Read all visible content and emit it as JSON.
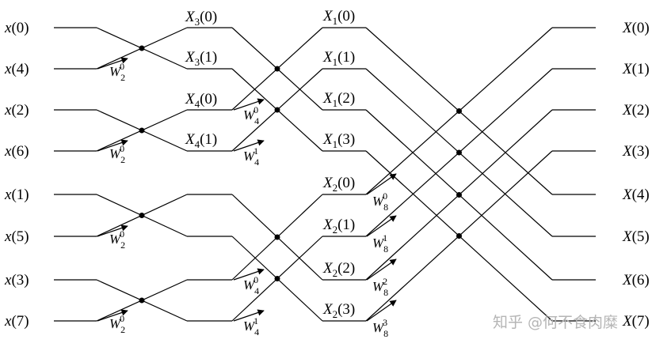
{
  "inputs": [
    "x(0)",
    "x(4)",
    "x(2)",
    "x(6)",
    "x(1)",
    "x(5)",
    "x(3)",
    "x(7)"
  ],
  "stage1_labels": [
    "X3(0)",
    "X3(1)",
    "X4(0)",
    "X4(1)"
  ],
  "stage2_labels": [
    "X1(0)",
    "X1(1)",
    "X1(2)",
    "X1(3)",
    "X2(0)",
    "X2(1)",
    "X2(2)",
    "X2(3)"
  ],
  "outputs": [
    "X(0)",
    "X(1)",
    "X(2)",
    "X(3)",
    "X(4)",
    "X(5)",
    "X(6)",
    "X(7)"
  ],
  "twiddles": {
    "stage1": [
      "W20",
      "W20",
      "W20",
      "W20"
    ],
    "stage2": [
      "W40",
      "W41",
      "W40",
      "W41"
    ],
    "stage3": [
      "W80",
      "W81",
      "W82",
      "W83"
    ]
  },
  "watermark": "知乎 @何不食肉糜"
}
